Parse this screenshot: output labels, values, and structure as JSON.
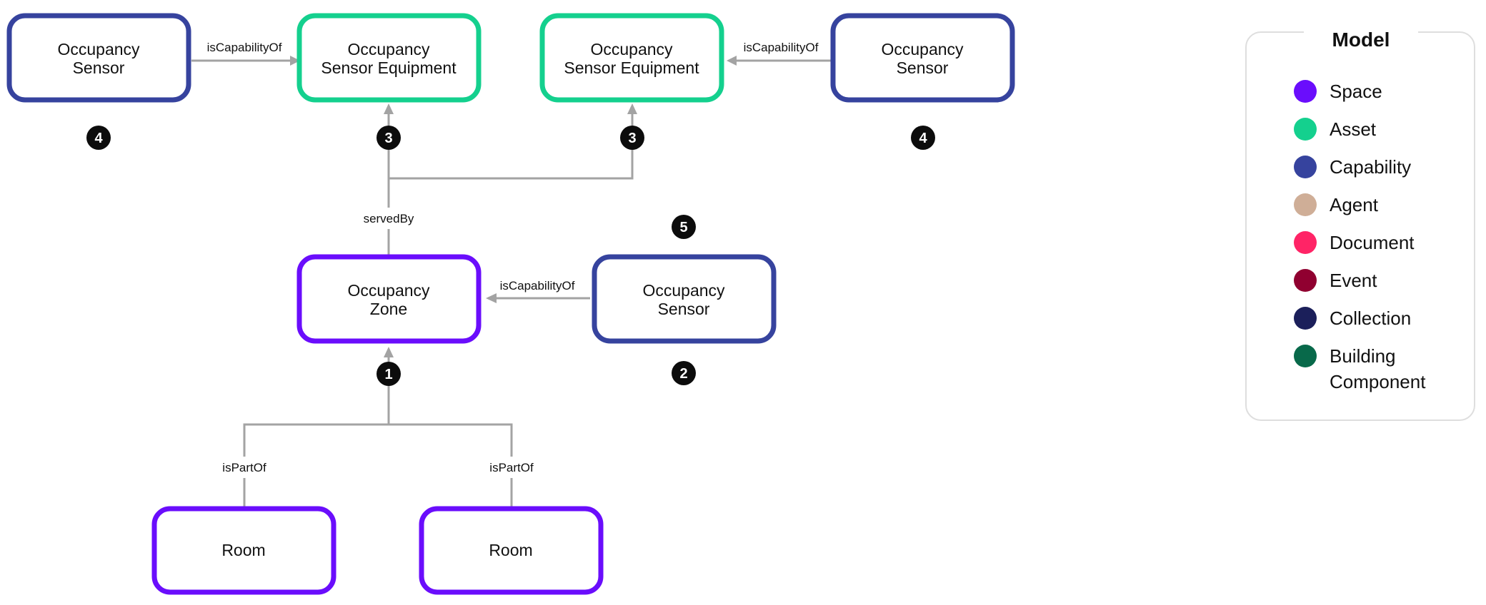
{
  "legend": {
    "title": "Model",
    "items": [
      {
        "key": "space",
        "label": "Space",
        "color": "#6a0dfc"
      },
      {
        "key": "asset",
        "label": "Asset",
        "color": "#14d08e"
      },
      {
        "key": "capability",
        "label": "Capability",
        "color": "#36439e"
      },
      {
        "key": "agent",
        "label": "Agent",
        "color": "#cfae97"
      },
      {
        "key": "document",
        "label": "Document",
        "color": "#ff2466"
      },
      {
        "key": "event",
        "label": "Event",
        "color": "#900030"
      },
      {
        "key": "collection",
        "label": "Collection",
        "color": "#1b1f5a"
      },
      {
        "key": "building-component",
        "label": "Building Component",
        "color": "#08694a"
      }
    ]
  },
  "nodes": [
    {
      "id": "sensor-top-left",
      "type": "capability",
      "lines": [
        "Occupancy",
        "Sensor"
      ]
    },
    {
      "id": "equipment-left",
      "type": "asset",
      "lines": [
        "Occupancy",
        "Sensor Equipment"
      ]
    },
    {
      "id": "equipment-right",
      "type": "asset",
      "lines": [
        "Occupancy",
        "Sensor Equipment"
      ]
    },
    {
      "id": "sensor-top-right",
      "type": "capability",
      "lines": [
        "Occupancy",
        "Sensor"
      ]
    },
    {
      "id": "zone",
      "type": "space",
      "lines": [
        "Occupancy",
        "Zone"
      ]
    },
    {
      "id": "sensor-zone",
      "type": "capability",
      "lines": [
        "Occupancy",
        "Sensor"
      ]
    },
    {
      "id": "room-left",
      "type": "space",
      "lines": [
        "Room"
      ]
    },
    {
      "id": "room-right",
      "type": "space",
      "lines": [
        "Room"
      ]
    }
  ],
  "edges": [
    {
      "id": "sensor-top-left-to-equipment-left",
      "label": "isCapabilityOf"
    },
    {
      "id": "sensor-top-right-to-equipment-right",
      "label": "isCapabilityOf"
    },
    {
      "id": "zone-served-by-equipment",
      "label": "servedBy"
    },
    {
      "id": "sensor-zone-to-zone",
      "label": "isCapabilityOf"
    },
    {
      "id": "room-left-part-of-zone",
      "label": "isPartOf"
    },
    {
      "id": "room-right-part-of-zone",
      "label": "isPartOf"
    }
  ],
  "badges": [
    {
      "id": "badge-sensor-top-left",
      "text": "4"
    },
    {
      "id": "badge-equipment-left",
      "text": "3"
    },
    {
      "id": "badge-equipment-right",
      "text": "3"
    },
    {
      "id": "badge-sensor-top-right",
      "text": "4"
    },
    {
      "id": "badge-sensor-zone-above",
      "text": "5"
    },
    {
      "id": "badge-sensor-zone-below",
      "text": "2"
    },
    {
      "id": "badge-zone",
      "text": "1"
    }
  ]
}
